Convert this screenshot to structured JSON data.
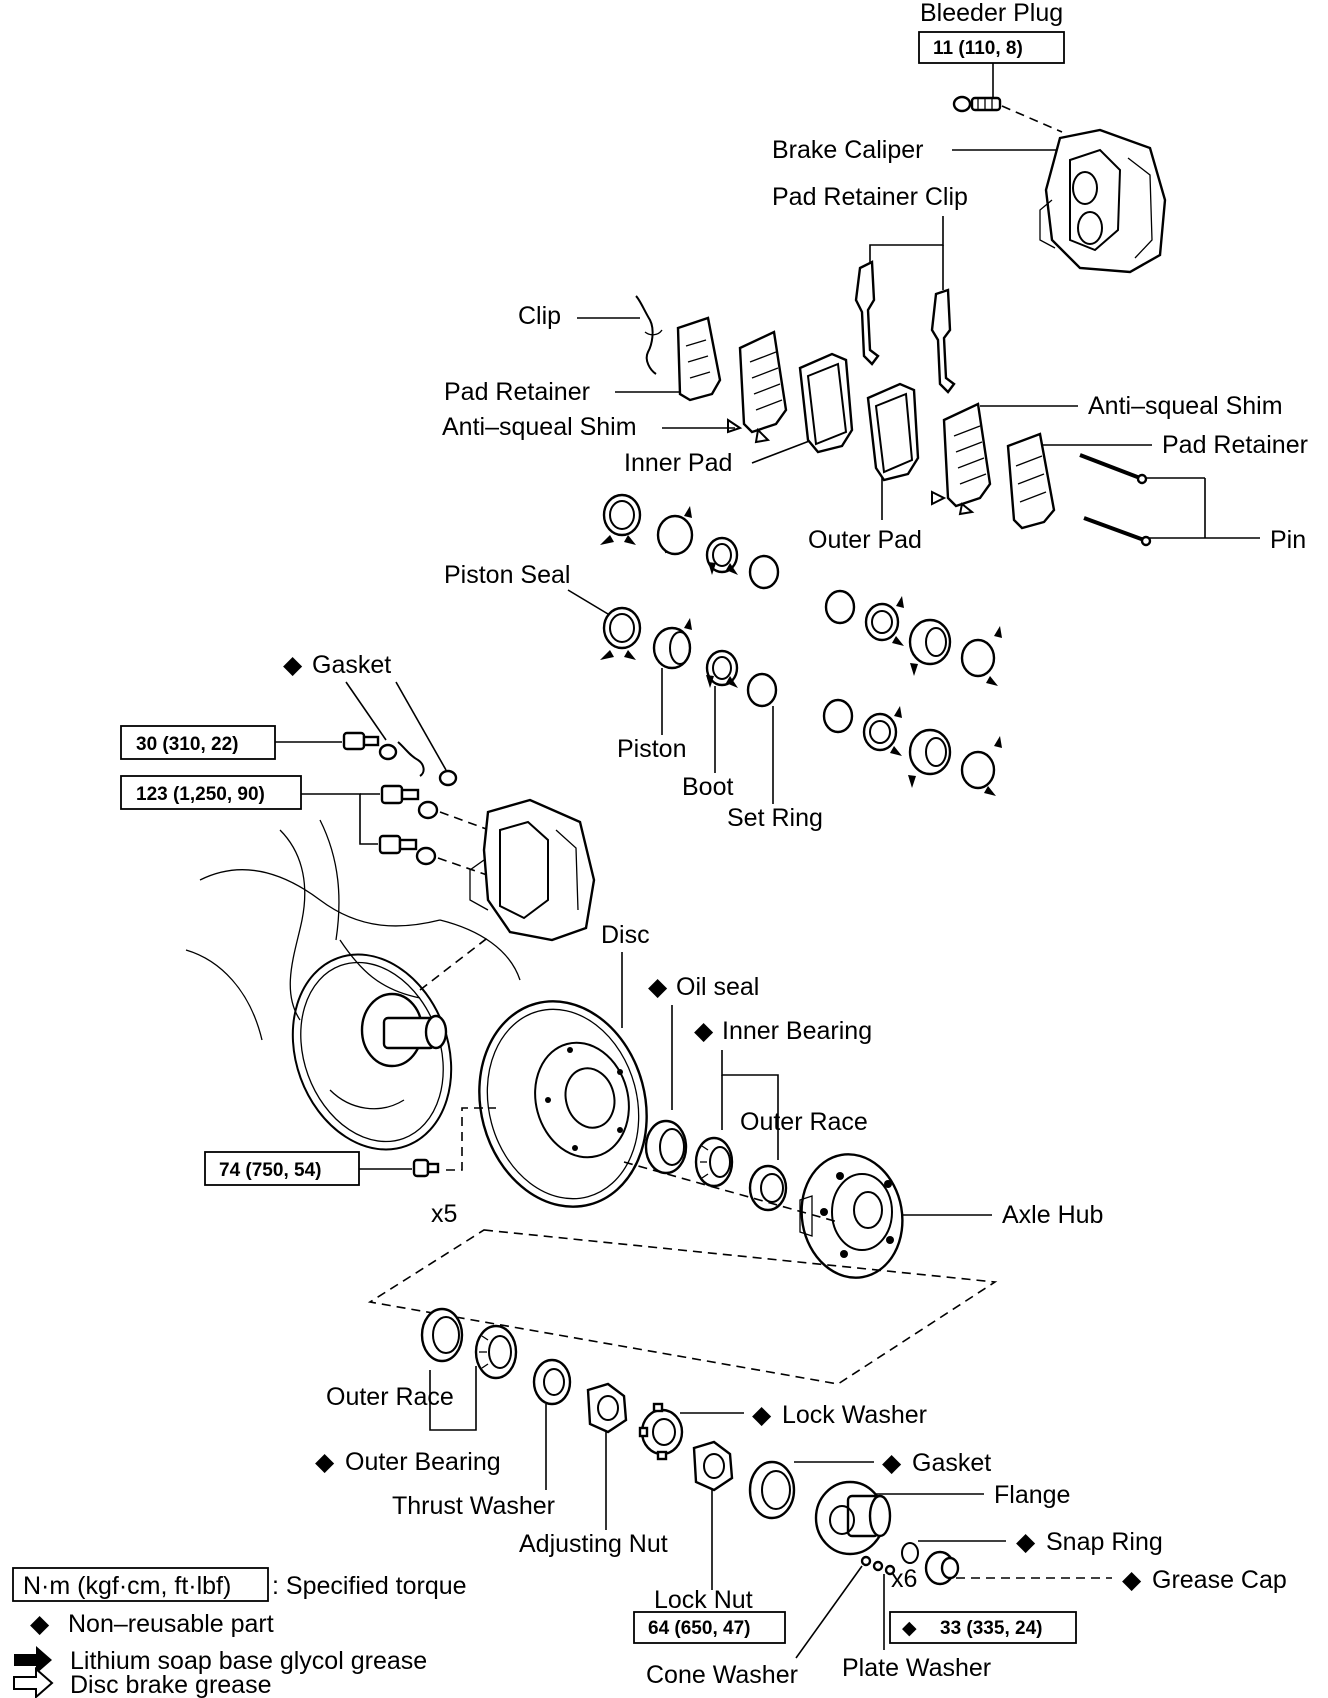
{
  "labels": {
    "bleeder_plug": "Bleeder Plug",
    "brake_caliper": "Brake Caliper",
    "pad_retainer_clip": "Pad Retainer Clip",
    "clip": "Clip",
    "pad_retainer_left": "Pad Retainer",
    "anti_squeal_shim_left": "Anti–squeal Shim",
    "inner_pad": "Inner Pad",
    "outer_pad": "Outer Pad",
    "anti_squeal_shim_right": "Anti–squeal Shim",
    "pad_retainer_right": "Pad Retainer",
    "pin": "Pin",
    "piston_seal": "Piston Seal",
    "piston": "Piston",
    "boot": "Boot",
    "set_ring": "Set Ring",
    "gasket_top": "Gasket",
    "disc": "Disc",
    "oil_seal": "Oil seal",
    "inner_bearing": "Inner Bearing",
    "outer_race_upper": "Outer Race",
    "axle_hub": "Axle Hub",
    "x5": "x5",
    "outer_race_lower": "Outer Race",
    "outer_bearing": "Outer Bearing",
    "thrust_washer": "Thrust Washer",
    "adjusting_nut": "Adjusting Nut",
    "lock_washer": "Lock Washer",
    "gasket_bottom": "Gasket",
    "flange": "Flange",
    "snap_ring": "Snap Ring",
    "grease_cap": "Grease Cap",
    "x6": "x6",
    "lock_nut": "Lock Nut",
    "cone_washer": "Cone Washer",
    "plate_washer": "Plate Washer"
  },
  "torque": {
    "bleeder_plug": "11 (110, 8)",
    "gasket_bolt": "30 (310, 22)",
    "caliper_bolt": "123 (1,250, 90)",
    "disc_bolt": "74 (750, 54)",
    "lock_nut": "64 (650, 47)",
    "flange_nut": "33 (335, 24)"
  },
  "legend": {
    "torque_unit": "N·m (kgf·cm, ft·lbf)",
    "torque_desc": ": Specified torque",
    "non_reusable": "Non–reusable part",
    "lithium": "Lithium soap base glycol grease",
    "disc_grease": "Disc brake grease"
  },
  "symbols": {
    "non_reusable": "◆"
  }
}
